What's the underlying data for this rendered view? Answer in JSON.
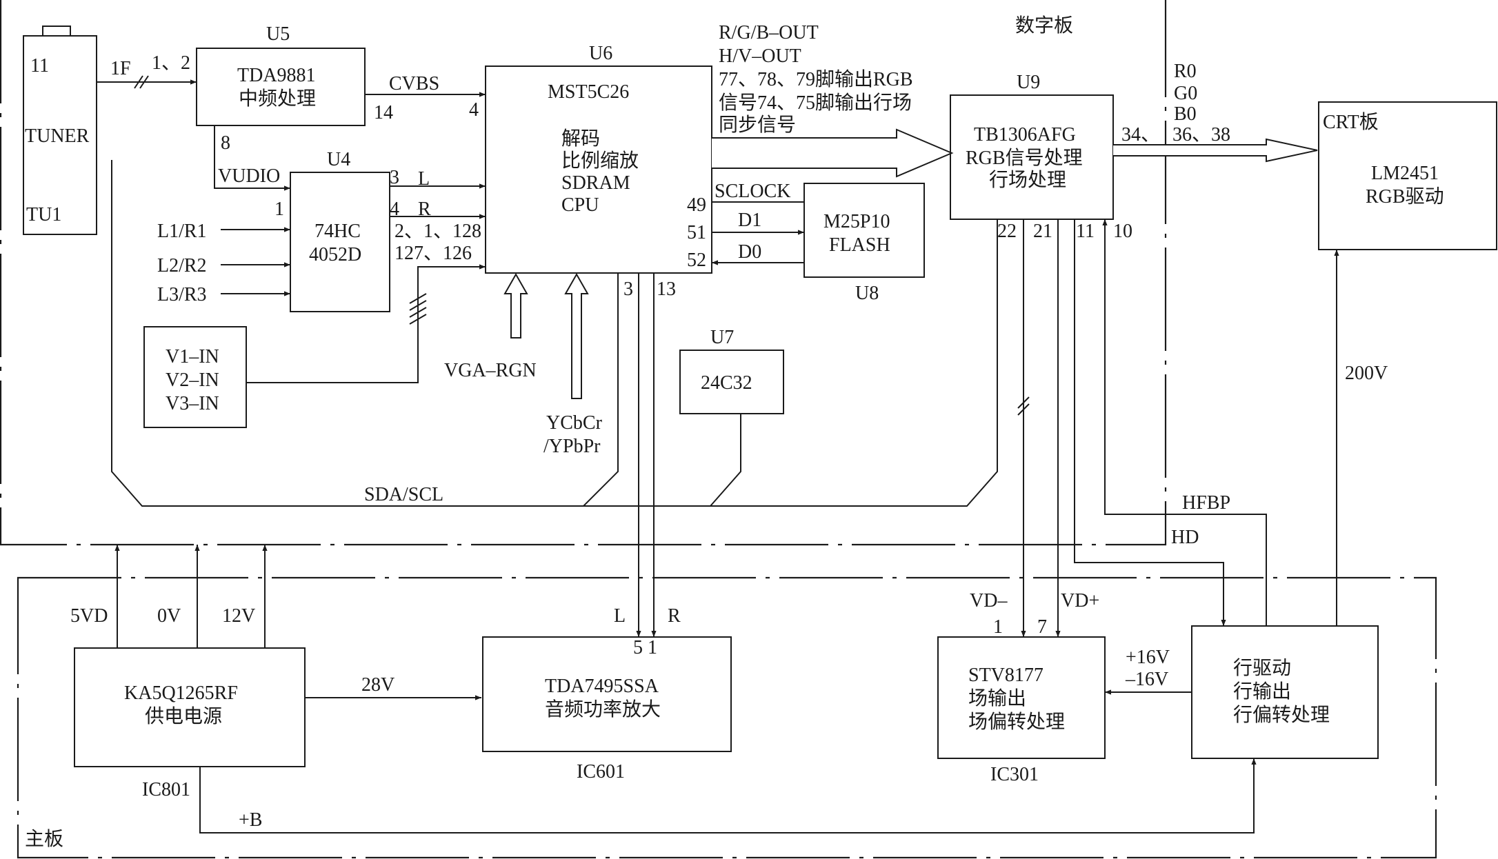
{
  "boards": {
    "digital": "数字板",
    "main": "主板",
    "crt": "CRT板"
  },
  "chips": {
    "tuner": {
      "pin11": "11",
      "name": "TUNER",
      "ref": "TU1"
    },
    "u5": {
      "ref": "U5",
      "line1": "TDA9881",
      "line2": "中频处理",
      "pin8": "8",
      "pin14": "14"
    },
    "u6": {
      "ref": "U6",
      "line1": "MST5C26",
      "line2": "解码",
      "line3": "比例缩放",
      "line4": "SDRAM",
      "line5": "CPU",
      "pin4": "4",
      "pin49": "49",
      "pin51": "51",
      "pin52": "52",
      "pin3": "3",
      "pin13": "13"
    },
    "u4": {
      "ref": "U4",
      "line1": "74HC",
      "line2": "4052D",
      "pin1": "1",
      "pin3": "3",
      "pin4": "4",
      "pins_a": "2、1、128",
      "pins_b": "127、126"
    },
    "u8": {
      "ref": "U8",
      "line1": "M25P10",
      "line2": "FLASH"
    },
    "u7": {
      "ref": "U7",
      "line1": "24C32"
    },
    "u9": {
      "ref": "U9",
      "line1": "TB1306AFG",
      "line2": "RGB信号处理",
      "line3": "行场处理",
      "pin22": "22",
      "pin21": "21",
      "pin11": "11",
      "pin10": "10",
      "pins_out_a": "34、",
      "pins_out_b": "36、38"
    },
    "crt": {
      "line1": "LM2451",
      "line2": "RGB驱动"
    },
    "vin": {
      "line1": "V1–IN",
      "line2": "V2–IN",
      "line3": "V3–IN"
    },
    "ic801": {
      "ref": "IC801",
      "line1": "KA5Q1265RF",
      "line2": "供电电源"
    },
    "ic601": {
      "ref": "IC601",
      "line1": "TDA7495SSA",
      "line2": "音频功率放大",
      "pins": "5 1"
    },
    "ic301": {
      "ref": "IC301",
      "line1": "STV8177",
      "line2": "场输出",
      "line3": "场偏转处理",
      "pin1": "1",
      "pin7": "7"
    },
    "hdrv": {
      "line1": "行驱动",
      "line2": "行输出",
      "line3": "行偏转处理"
    }
  },
  "signals": {
    "if_label": "1F",
    "if_pins": "1、2",
    "cvbs": "CVBS",
    "vudio": "VUDIO",
    "audio_l": "L",
    "audio_r": "R",
    "l1r1": "L1/R1",
    "l2r2": "L2/R2",
    "l3r3": "L3/R3",
    "vga": "VGA–RGN",
    "ycbcr": "YCbCr",
    "ypbpr": "/YPbPr",
    "rgb_out": "R/G/B–OUT",
    "hv_out": "H/V–OUT",
    "pins_rgb": "77、78、79脚输出RGB",
    "pins_sync": "信号74、75脚输出行场",
    "sync_tail": "同步信号",
    "sclock": "SCLOCK",
    "d1": "D1",
    "d0": "D0",
    "r0": "R0",
    "g0": "G0",
    "b0": "B0",
    "sda_scl": "SDA/SCL",
    "hfbp": "HFBP",
    "hd": "HD",
    "v200": "200V",
    "v5vd": "5VD",
    "v0v": "0V",
    "v12v": "12V",
    "v28v": "28V",
    "main_l": "L",
    "main_r": "R",
    "vd_minus": "VD–",
    "vd_plus": "VD+",
    "p16v": "+16V",
    "m16v": "–16V",
    "plus_b": "+B"
  }
}
